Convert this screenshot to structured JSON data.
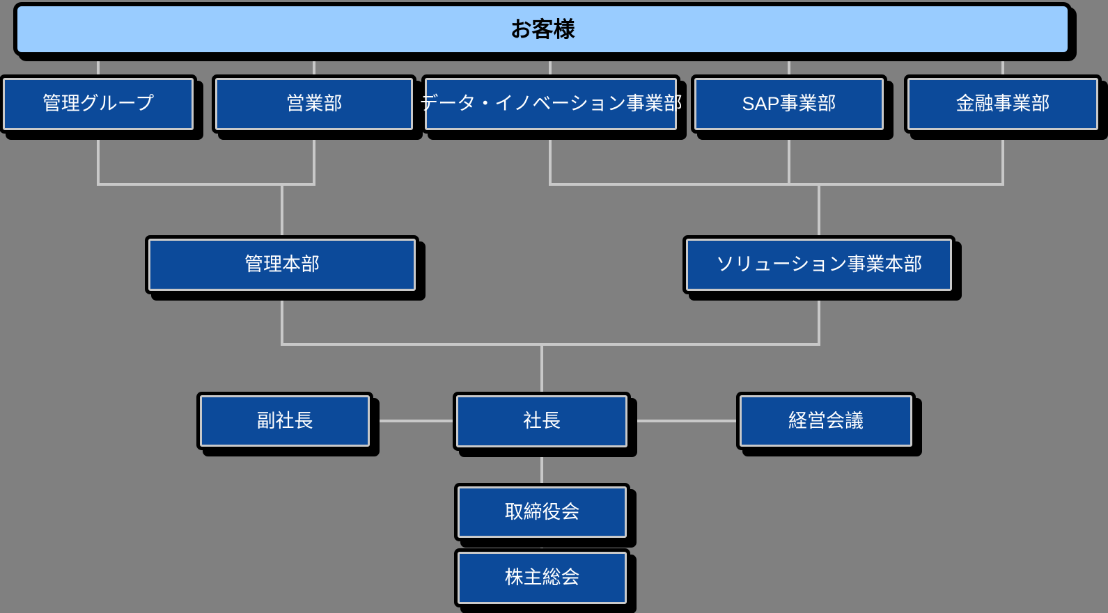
{
  "colors": {
    "background": "#808080",
    "banner_fill": "#99CCFF",
    "box_fill": "#0C4A9A",
    "box_border": "#C9C9C9",
    "connector": "#C8C8C8",
    "shadow": "#000000",
    "banner_text": "#000000",
    "box_text": "#FFFFFF"
  },
  "nodes": {
    "customer": "お客様",
    "management_group": "管理グループ",
    "sales_dept": "営業部",
    "data_innovation_div": "データ・イノベーション事業部",
    "sap_div": "SAP事業部",
    "finance_div": "金融事業部",
    "management_hq": "管理本部",
    "solution_business_hq": "ソリューション事業本部",
    "vice_president": "副社長",
    "president": "社長",
    "management_meeting": "経営会議",
    "board_of_directors": "取締役会",
    "shareholders_meeting": "株主総会"
  },
  "edges": [
    {
      "from": "customer",
      "to": "management_group"
    },
    {
      "from": "customer",
      "to": "sales_dept"
    },
    {
      "from": "customer",
      "to": "data_innovation_div"
    },
    {
      "from": "customer",
      "to": "sap_div"
    },
    {
      "from": "customer",
      "to": "finance_div"
    },
    {
      "from": "management_group",
      "to": "management_hq"
    },
    {
      "from": "sales_dept",
      "to": "management_hq"
    },
    {
      "from": "data_innovation_div",
      "to": "solution_business_hq"
    },
    {
      "from": "sap_div",
      "to": "solution_business_hq"
    },
    {
      "from": "management_hq",
      "to": "president"
    },
    {
      "from": "solution_business_hq",
      "to": "president"
    },
    {
      "from": "finance_div",
      "to": "solution_business_hq"
    },
    {
      "from": "vice_president",
      "to": "president"
    },
    {
      "from": "president",
      "to": "management_meeting"
    },
    {
      "from": "president",
      "to": "board_of_directors"
    },
    {
      "from": "board_of_directors",
      "to": "shareholders_meeting"
    }
  ]
}
